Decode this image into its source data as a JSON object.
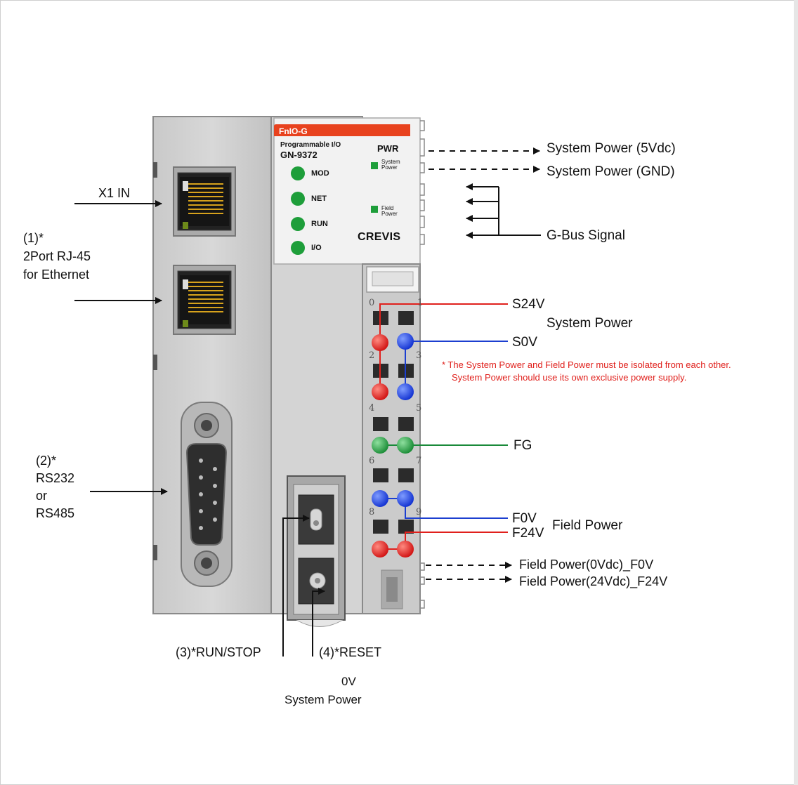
{
  "device": {
    "brand_tag": "FnIO-G",
    "product_type": "Programmable I/O",
    "model": "GN-9372",
    "pwr_title": "PWR",
    "system_power_led": "System Power",
    "field_power_led": "Field Power",
    "maker": "CREVIS",
    "leds": [
      "MOD",
      "NET",
      "RUN",
      "I/O"
    ],
    "terminal_numbers": [
      "0",
      "1",
      "2",
      "3",
      "4",
      "5",
      "6",
      "7",
      "8",
      "9"
    ]
  },
  "labels": {
    "x1_in": "X1 IN",
    "port_1": "(1)*",
    "port_1_desc_1": "2Port RJ-45",
    "port_1_desc_2": "for Ethernet",
    "port_2": "(2)*",
    "port_2_desc_1": "RS232",
    "port_2_desc_2": "or",
    "port_2_desc_3": "RS485",
    "run_stop": "(3)*RUN/STOP",
    "reset": "(4)*RESET",
    "ov": "0V",
    "system_power_bottom": "System Power",
    "sys_5vdc": "System Power (5Vdc)",
    "sys_gnd": "System Power (GND)",
    "gbus": "G-Bus Signal",
    "s24v": "S24V",
    "system_power_mid": "System Power",
    "s0v": "S0V",
    "note_1": "* The System Power and Field Power must be isolated from each other.",
    "note_2": "System  Power  should use its own exclusive power supply.",
    "fg": "FG",
    "f0v": "F0V",
    "f24v": "F24V",
    "field_power": "Field Power",
    "fp_0vdc": "Field Power(0Vdc)_F0V",
    "fp_24vdc": "Field Power(24Vdc)_F24V"
  },
  "colors": {
    "red_wire": "#e0201c",
    "blue_wire": "#1c3fd0",
    "green_wire": "#1a8a3a",
    "led_green": "#1e9e3a",
    "brand_band": "#e8421e"
  }
}
